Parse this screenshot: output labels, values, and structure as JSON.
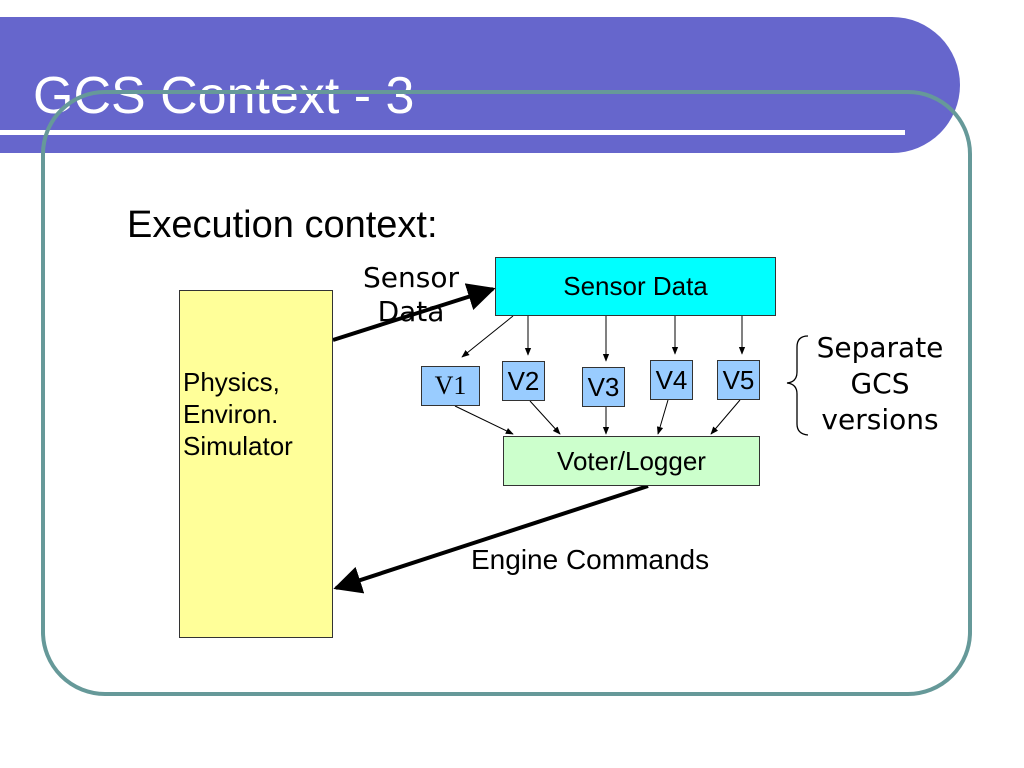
{
  "slide": {
    "title": "GCS Context - 3",
    "heading": "Execution context:"
  },
  "diagram": {
    "simulator": {
      "line1": "Physics,",
      "line2": "Environ.",
      "line3": "Simulator"
    },
    "sensor_box": "Sensor Data",
    "sensor_arrow_label": {
      "line1": "Sensor",
      "line2": "Data"
    },
    "versions": [
      "V1",
      "V2",
      "V3",
      "V4",
      "V5"
    ],
    "voter_box": "Voter/Logger",
    "engine_label": "Engine Commands",
    "brace_label": {
      "line1": "Separate",
      "line2": "GCS",
      "line3": "versions"
    }
  },
  "colors": {
    "title_band": "#6666cc",
    "frame_border": "#669999",
    "simulator_fill": "#ffff99",
    "sensor_fill": "#00ffff",
    "version_fill": "#99ccff",
    "voter_fill": "#ccffcc"
  }
}
